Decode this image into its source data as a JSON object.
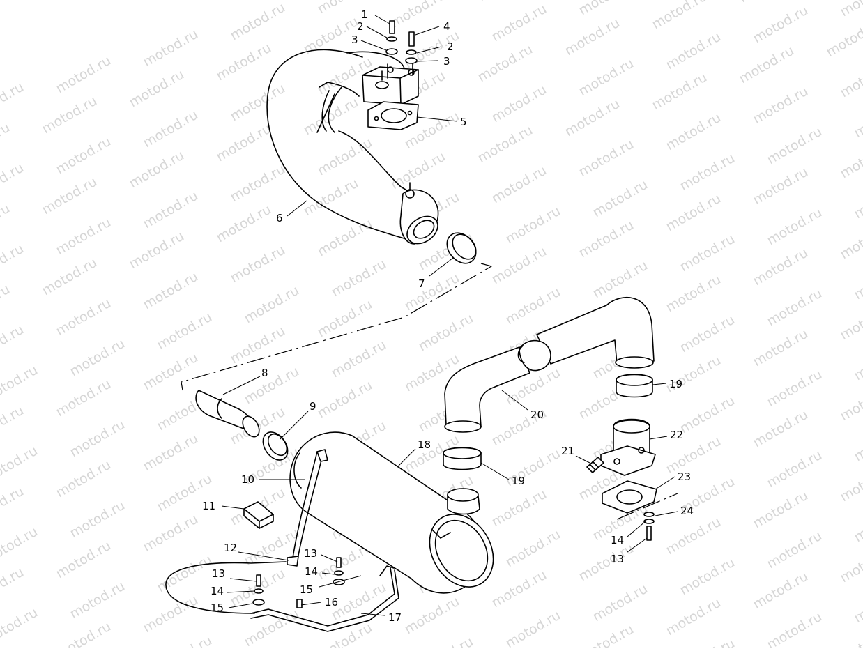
{
  "watermark": {
    "text": "motod.ru",
    "color": "#d6d6d6"
  },
  "labels": [
    {
      "id": "p1",
      "text": "1"
    },
    {
      "id": "p2a",
      "text": "2"
    },
    {
      "id": "p2b",
      "text": "2"
    },
    {
      "id": "p3a",
      "text": "3"
    },
    {
      "id": "p3b",
      "text": "3"
    },
    {
      "id": "p4",
      "text": "4"
    },
    {
      "id": "p5",
      "text": "5"
    },
    {
      "id": "p6",
      "text": "6"
    },
    {
      "id": "p7",
      "text": "7"
    },
    {
      "id": "p8",
      "text": "8"
    },
    {
      "id": "p9",
      "text": "9"
    },
    {
      "id": "p10",
      "text": "10"
    },
    {
      "id": "p11",
      "text": "11"
    },
    {
      "id": "p12",
      "text": "12"
    },
    {
      "id": "p13a",
      "text": "13"
    },
    {
      "id": "p13b",
      "text": "13"
    },
    {
      "id": "p13c",
      "text": "13"
    },
    {
      "id": "p14a",
      "text": "14"
    },
    {
      "id": "p14b",
      "text": "14"
    },
    {
      "id": "p14c",
      "text": "14"
    },
    {
      "id": "p15a",
      "text": "15"
    },
    {
      "id": "p15b",
      "text": "15"
    },
    {
      "id": "p16",
      "text": "16"
    },
    {
      "id": "p17",
      "text": "17"
    },
    {
      "id": "p18",
      "text": "18"
    },
    {
      "id": "p19a",
      "text": "19"
    },
    {
      "id": "p19b",
      "text": "19"
    },
    {
      "id": "p20",
      "text": "20"
    },
    {
      "id": "p21",
      "text": "21"
    },
    {
      "id": "p22",
      "text": "22"
    },
    {
      "id": "p23",
      "text": "23"
    },
    {
      "id": "p24",
      "text": "24"
    }
  ]
}
